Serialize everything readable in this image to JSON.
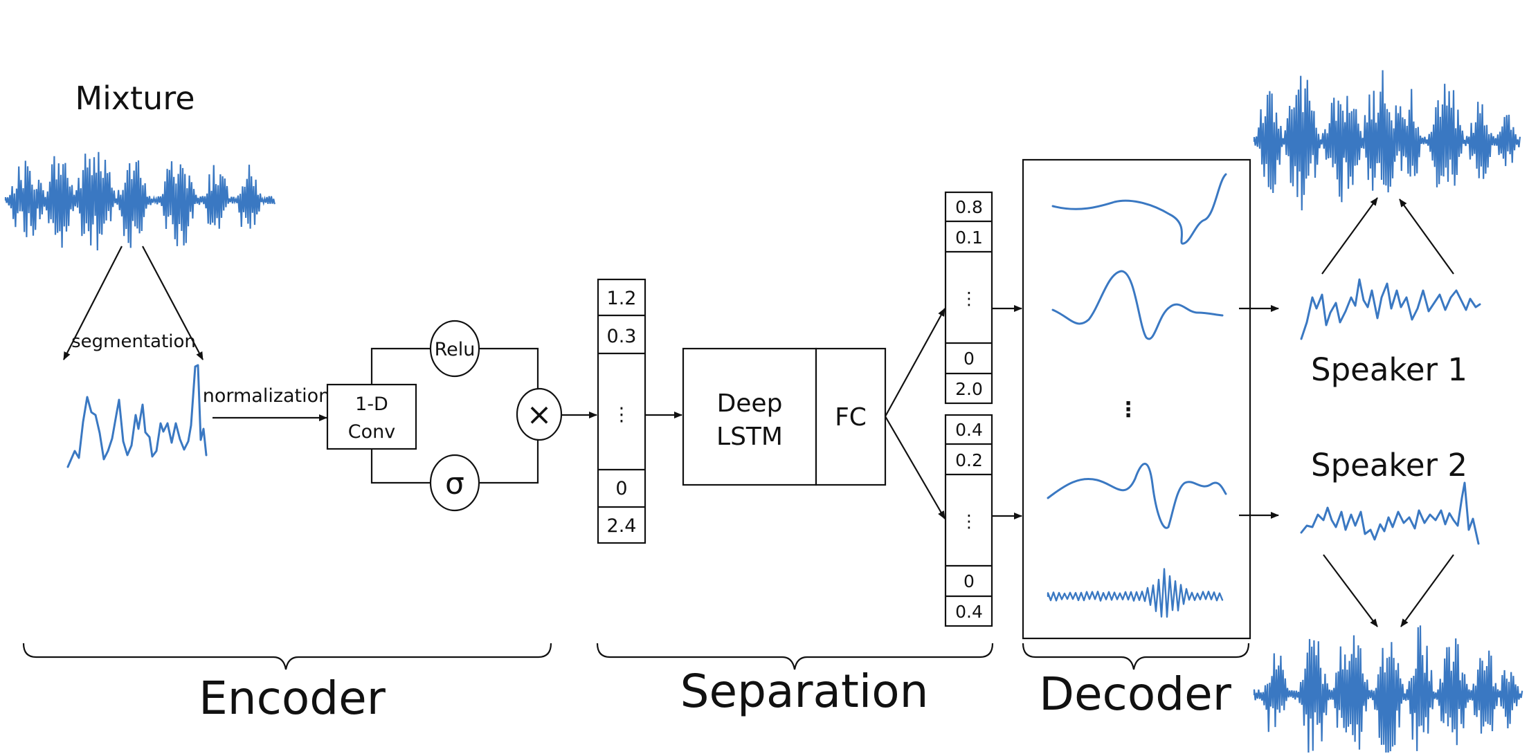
{
  "diagram": {
    "mixture_label": "Mixture",
    "segmentation_label": "segmentation",
    "normalization_label": "normalization",
    "conv_label_line1": "1-D",
    "conv_label_line2": "Conv",
    "relu_label": "Relu",
    "sigma_label": "σ",
    "multiply_symbol": "×",
    "encoder_vector": [
      "1.2",
      "0.3",
      "⋮",
      "0",
      "2.4"
    ],
    "lstm_label_line1": "Deep",
    "lstm_label_line2": "LSTM",
    "fc_label": "FC",
    "mask_1": [
      "0.8",
      "0.1",
      "⋮",
      "0",
      "2.0"
    ],
    "mask_2": [
      "0.4",
      "0.2",
      "⋮",
      "0",
      "0.4"
    ],
    "decoder_ellipsis": "⋮",
    "speaker_1_label": "Speaker 1",
    "speaker_2_label": "Speaker 2",
    "stages": {
      "encoder": "Encoder",
      "separation": "Separation",
      "decoder": "Decoder"
    },
    "colors": {
      "waveform": "#3a78c2",
      "ink": "#111111"
    }
  }
}
